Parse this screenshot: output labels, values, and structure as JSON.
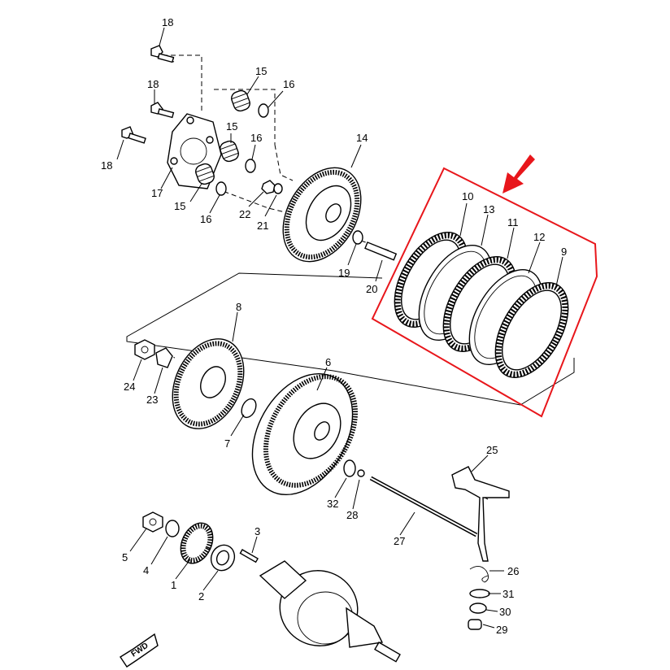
{
  "colors": {
    "line": "#000000",
    "highlight": "#e8161b",
    "background": "#ffffff"
  },
  "fwd_label": "FWD",
  "callouts": {
    "c18a": "18",
    "c18b": "18",
    "c18c": "18",
    "c15a": "15",
    "c15b": "15",
    "c15c": "15",
    "c16a": "16",
    "c16b": "16",
    "c16c": "16",
    "c17": "17",
    "c14": "14",
    "c22": "22",
    "c21": "21",
    "c19": "19",
    "c20": "20",
    "c10": "10",
    "c13": "13",
    "c11": "11",
    "c12": "12",
    "c9": "9",
    "c8": "8",
    "c24": "24",
    "c23": "23",
    "c6": "6",
    "c7": "7",
    "c32": "32",
    "c28": "28",
    "c25": "25",
    "c27": "27",
    "c26": "26",
    "c31": "31",
    "c30": "30",
    "c29": "29",
    "c3": "3",
    "c5": "5",
    "c4": "4",
    "c1": "1",
    "c2": "2"
  }
}
